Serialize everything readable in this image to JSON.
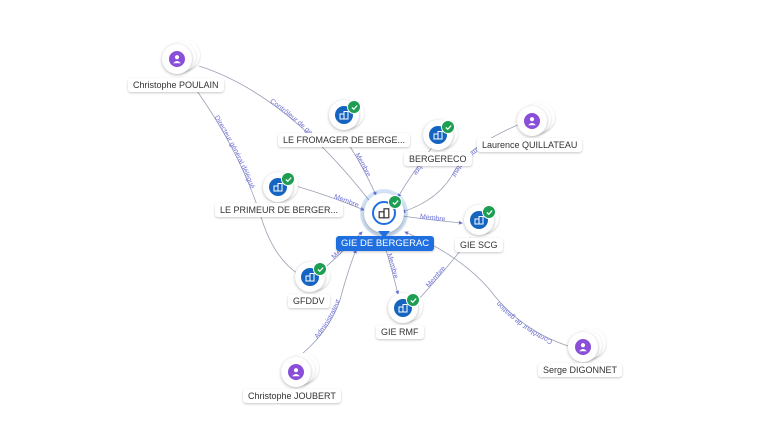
{
  "colors": {
    "company": "#1565c0",
    "person": "#8a4fd8",
    "verified": "#1e9e52",
    "center_label": "#1f6fe0",
    "edge": "#9aa0b4",
    "edge_label": "#6b6fd8"
  },
  "nodes": {
    "center": {
      "label": "GIE DE BERGERAC",
      "icon": "building-icon"
    },
    "fromager": {
      "label": "LE FROMAGER DE BERGE..."
    },
    "bergereco": {
      "label": "BERGERECO"
    },
    "primeur": {
      "label": "LE PRIMEUR DE BERGER..."
    },
    "gfddv": {
      "label": "GFDDV"
    },
    "giescg": {
      "label": "GIE SCG"
    },
    "giermf": {
      "label": "GIE RMF"
    },
    "poulain": {
      "label": "Christophe POULAIN"
    },
    "quillateau": {
      "label": "Laurence QUILLATEAU"
    },
    "joubert": {
      "label": "Christophe JOUBERT"
    },
    "digonnet": {
      "label": "Serge DIGONNET"
    }
  },
  "edges": {
    "fromager": "Membre",
    "bergereco": "Membre",
    "primeur": "Membre",
    "gfddv": "Membre",
    "giescg": "Membre",
    "giermf": "Membre",
    "poulain_center": "Contrôleur de gestion",
    "poulain_gfddv": "Directeur général délégué",
    "quillateau": "Administrateur",
    "joubert": "Administrateur",
    "digonnet": "Contrôleur de gestion",
    "rmf_scg": "Membre"
  }
}
